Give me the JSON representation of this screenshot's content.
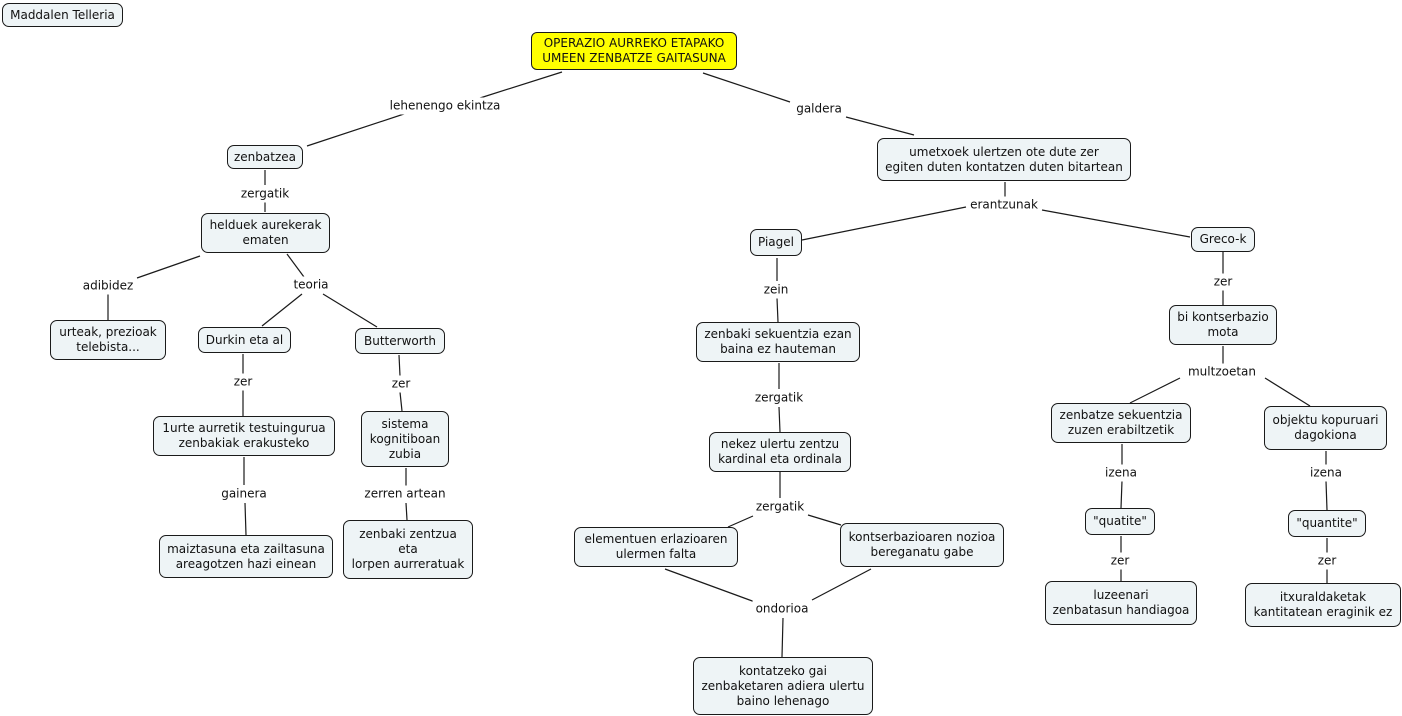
{
  "author": "Maddalen Telleria",
  "root": "OPERAZIO AURREKO ETAPAKO\nUMEEN ZENBATZE GAITASUNA",
  "nodes": {
    "zenbatzea": "zenbatzea",
    "helduek": "helduek aurekerak\nematen",
    "urteak": "urteak, prezioak\ntelebista...",
    "durkin": "Durkin eta al",
    "butterworth": "Butterworth",
    "urte1": "1urte aurretik testuingurua\nzenbakiak erakusteko",
    "sistema": "sistema\nkognitiboan\nzubia",
    "maiztasuna": "maiztasuna eta zailtasuna\nareagotzen hazi einean",
    "zentzua": "zenbaki zentzua\neta\nlorpen aurreratuak",
    "umetxoek": "umetxoek ulertzen ote dute zer\negiten duten kontatzen duten bitartean",
    "piagel": "Piagel",
    "greco": "Greco-k",
    "sekuentzia": "zenbaki sekuentzia ezan\nbaina ez hauteman",
    "nekez": "nekez ulertu zentzu\nkardinal eta ordinala",
    "elementuen": "elementuen erlazioaren\nulermen falta",
    "kontserbazio": "kontserbazioaren nozioa\nbereganatu gabe",
    "kontatzeko": "kontatzeko gai\nzenbaketaren adiera ulertu\nbaino lehenago",
    "bikont": "bi kontserbazio\nmota",
    "zsekuentzia": "zenbatze sekuentzia\nzuzen erabiltzetik",
    "objektu": "objektu kopuruari\ndagokiona",
    "quatite": "\"quatite\"",
    "quantite": "\"quantite\"",
    "luzeenari": "luzeenari\nzenbatasun handiagoa",
    "itxuraldaketak": "itxuraldaketak\nkantitatean eraginik ez"
  },
  "links": {
    "lehenengo": "lehenengo ekintza",
    "galdera": "galdera",
    "zergatik1": "zergatik",
    "adibidez": "adibidez",
    "teoria": "teoria",
    "zer1": "zer",
    "zer2": "zer",
    "gainera": "gainera",
    "zerren": "zerren artean",
    "erantzunak": "erantzunak",
    "zein": "zein",
    "zergatik2": "zergatik",
    "zergatik3": "zergatik",
    "ondorioa": "ondorioa",
    "zer3": "zer",
    "multzoetan": "multzoetan",
    "izena1": "izena",
    "izena2": "izena",
    "zer4": "zer",
    "zer5": "zer"
  },
  "colors": {
    "root_fill": "#ffff00",
    "node_fill": "#eef4f6",
    "line": "#1a1a1a"
  }
}
